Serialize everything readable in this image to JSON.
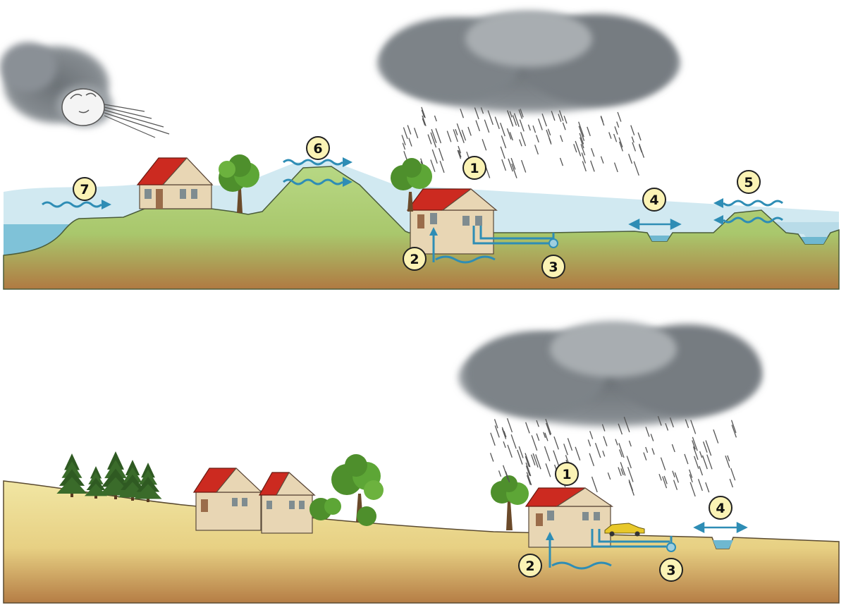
{
  "panels": [
    {
      "id": "coastal",
      "markers": [
        {
          "label": "1",
          "meaning": "rainfall"
        },
        {
          "label": "2",
          "meaning": "groundwater"
        },
        {
          "label": "3",
          "meaning": "sewer"
        },
        {
          "label": "4",
          "meaning": "ditch"
        },
        {
          "label": "5",
          "meaning": "embankment"
        },
        {
          "label": "6",
          "meaning": "dike"
        },
        {
          "label": "7",
          "meaning": "sea storm surge"
        }
      ]
    },
    {
      "id": "inland",
      "markers": [
        {
          "label": "1",
          "meaning": "rainfall"
        },
        {
          "label": "2",
          "meaning": "groundwater"
        },
        {
          "label": "3",
          "meaning": "sewer"
        },
        {
          "label": "4",
          "meaning": "ditch"
        }
      ]
    }
  ],
  "colors": {
    "sky": "#ffffff",
    "sea_water": "#b8dbe8",
    "deep_water": "#7fc2d8",
    "grass": "#a7cd78",
    "sand": "#efe29a",
    "soil_bottom": "#b88750",
    "water_arrow": "#2e8db5",
    "badge_fill": "#fbf3b5",
    "badge_stroke": "#222222",
    "roof": "#cc2a20",
    "house_wall": "#e8d6b4",
    "cloud": "#7a8085",
    "tree": "#4e8f2c",
    "conifer": "#2f5a22",
    "car": "#e8c82a"
  },
  "icons": [
    "cloud-icon",
    "rain-icon",
    "wind-face-icon",
    "house-icon",
    "tree-icon",
    "conifer-icon",
    "car-icon",
    "wave-arrow-icon",
    "double-arrow-icon"
  ]
}
